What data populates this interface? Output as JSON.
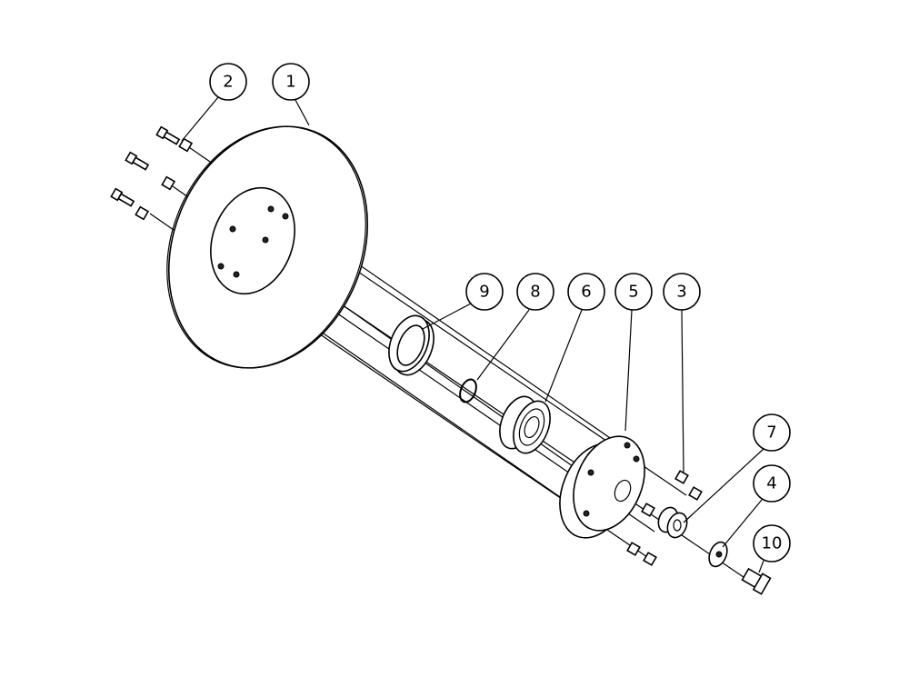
{
  "diagram": {
    "type": "exploded-assembly-view",
    "balloons": [
      {
        "label": "1",
        "part": "disc"
      },
      {
        "label": "2",
        "part": "bolts"
      },
      {
        "label": "3",
        "part": "nuts"
      },
      {
        "label": "4",
        "part": "washer"
      },
      {
        "label": "5",
        "part": "hub"
      },
      {
        "label": "6",
        "part": "bearing"
      },
      {
        "label": "7",
        "part": "lock-nut"
      },
      {
        "label": "8",
        "part": "o-ring"
      },
      {
        "label": "9",
        "part": "seal"
      },
      {
        "label": "10",
        "part": "hex-bolt"
      }
    ]
  }
}
